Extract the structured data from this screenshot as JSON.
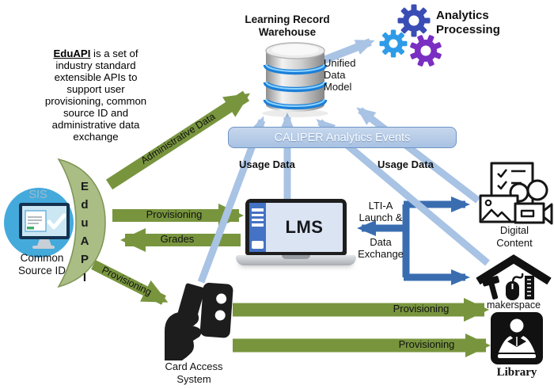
{
  "intro": {
    "term": "EduAPI",
    "rest": " is a set of\nindustry standard\nextensible APIs to\nsupport user\nprovisioning, common\nsource ID and\nadministrative data\nexchange"
  },
  "nodes": {
    "warehouse": "Learning Record\nWarehouse",
    "unified_data_model": "Unified\nData\nModel",
    "analytics": "Analytics\nProcessing",
    "caliper": "CALIPER Analytics Events",
    "usage_left": "Usage Data",
    "usage_right": "Usage Data",
    "sis": "SIS",
    "common_source_id": "Common\nSource ID",
    "eduapi_vertical": "E\nd\nu\nA\nP\nI",
    "lms": "LMS",
    "card_access": "Card Access\nSystem",
    "digital_content": "Digital\nContent",
    "makerspace": "makerspace",
    "library": "Library"
  },
  "arrows": {
    "administrative_data": "Administrative Data",
    "provisioning_to_lms": "Provisioning",
    "grades": "Grades",
    "provisioning_to_card": "Provisioning",
    "provisioning_to_makerspace": "Provisioning",
    "provisioning_to_library": "Provisioning",
    "lti_launch": "LTI-A\nLaunch &",
    "data_exchange": "Data\nExchange"
  },
  "icons": {
    "warehouse": "database-icon",
    "analytics": "gears-icon",
    "sis": "monitor-check-icon",
    "eduapi": "crescent-shape",
    "lms": "laptop-icon",
    "card_access": "card-swipe-icon",
    "digital_content": "media-collection-icon",
    "makerspace": "workshop-tools-icon",
    "library": "person-reading-icon"
  },
  "colors": {
    "green": "#78953E",
    "light_blue": "#A8C3E4",
    "dark_blue": "#3A6DB0",
    "caliper_fill": "#B3C9E6",
    "crescent": "#A9BD85",
    "sis_circle": "#44AADC",
    "db_ring": "#1B7FD8",
    "gear_dark": "#3A4DB5",
    "gear_light": "#2E9BE8",
    "gear_purple": "#7A2EC2"
  }
}
